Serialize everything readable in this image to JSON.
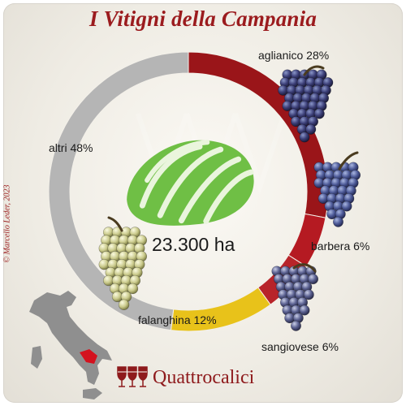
{
  "title": "I Vitigni della Campania",
  "copyright": "© Marcello Leder, 2023",
  "brand": "Quattrocalici",
  "icons": [
    "grape-leaf-icon",
    "grape-cluster-icon",
    "italy-map-icon",
    "wine-glasses-icon"
  ],
  "colors": {
    "aglianico": "#9a1519",
    "barbera": "#b51a22",
    "sangiovese": "#b8242a",
    "falanghina": "#e8c21a",
    "altri": "#b5b5b5",
    "title": "#9b1b1e"
  },
  "chart_data": {
    "type": "pie",
    "style": "donut",
    "center_label": "23.300 ha",
    "slices": [
      {
        "name": "aglianico",
        "value": 28,
        "label": "aglianico 28%",
        "color": "#9a1519"
      },
      {
        "name": "barbera",
        "value": 6,
        "label": "barbera 6%",
        "color": "#b51a22"
      },
      {
        "name": "sangiovese",
        "value": 6,
        "label": "sangiovese 6%",
        "color": "#b8242a"
      },
      {
        "name": "falanghina",
        "value": 12,
        "label": "falanghina 12%",
        "color": "#e8c21a"
      },
      {
        "name": "altri",
        "value": 48,
        "label": "altri 48%",
        "color": "#b5b5b5"
      }
    ]
  }
}
